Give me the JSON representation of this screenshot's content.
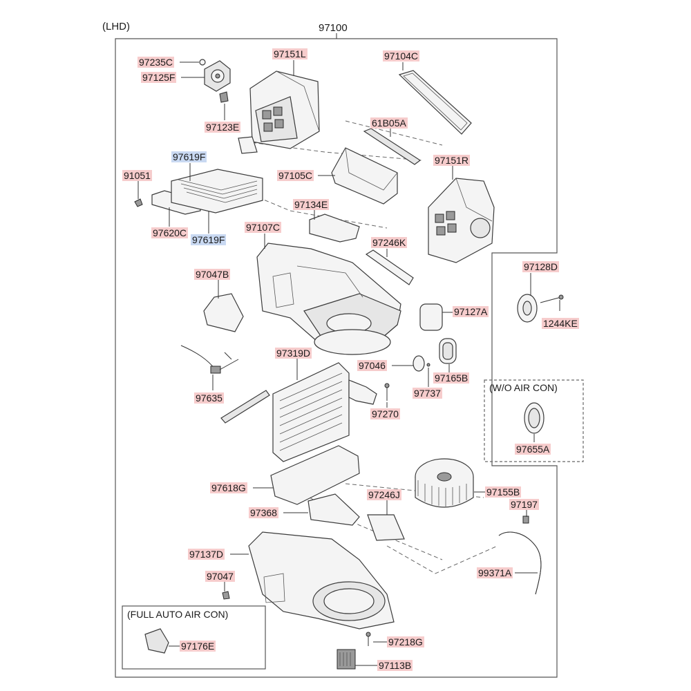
{
  "diagram": {
    "variant_label": "(LHD)",
    "assembly_number": "97100",
    "box_wo_aircon_title": "(W/O AIR CON)",
    "box_full_auto_title": "(FULL AUTO AIR CON)",
    "part_labels": [
      {
        "id": "97235C",
        "highlight": "red"
      },
      {
        "id": "97125F",
        "highlight": "red"
      },
      {
        "id": "97123E",
        "highlight": "red"
      },
      {
        "id": "97151L",
        "highlight": "red"
      },
      {
        "id": "97104C",
        "highlight": "red"
      },
      {
        "id": "61B05A",
        "highlight": "red"
      },
      {
        "id": "97151R",
        "highlight": "red"
      },
      {
        "id": "97105C",
        "highlight": "red"
      },
      {
        "id": "97619F",
        "highlight": "blue"
      },
      {
        "id": "91051",
        "highlight": "red"
      },
      {
        "id": "97620C",
        "highlight": "red"
      },
      {
        "id": "97619F",
        "highlight": "blue"
      },
      {
        "id": "97134E",
        "highlight": "red"
      },
      {
        "id": "97107C",
        "highlight": "red"
      },
      {
        "id": "97246K",
        "highlight": "red"
      },
      {
        "id": "97047B",
        "highlight": "red"
      },
      {
        "id": "97128D",
        "highlight": "red"
      },
      {
        "id": "1244KE",
        "highlight": "red"
      },
      {
        "id": "97127A",
        "highlight": "red"
      },
      {
        "id": "97319D",
        "highlight": "red"
      },
      {
        "id": "97046",
        "highlight": "red"
      },
      {
        "id": "97165B",
        "highlight": "red"
      },
      {
        "id": "97737",
        "highlight": "red"
      },
      {
        "id": "97635",
        "highlight": "red"
      },
      {
        "id": "97270",
        "highlight": "red"
      },
      {
        "id": "97655A",
        "highlight": "red"
      },
      {
        "id": "97618G",
        "highlight": "red"
      },
      {
        "id": "97155B",
        "highlight": "red"
      },
      {
        "id": "97246J",
        "highlight": "red"
      },
      {
        "id": "97197",
        "highlight": "red"
      },
      {
        "id": "97368",
        "highlight": "red"
      },
      {
        "id": "97137D",
        "highlight": "red"
      },
      {
        "id": "99371A",
        "highlight": "red"
      },
      {
        "id": "97047",
        "highlight": "red"
      },
      {
        "id": "97176E",
        "highlight": "red"
      },
      {
        "id": "97218G",
        "highlight": "red"
      },
      {
        "id": "97113B",
        "highlight": "red"
      }
    ]
  }
}
